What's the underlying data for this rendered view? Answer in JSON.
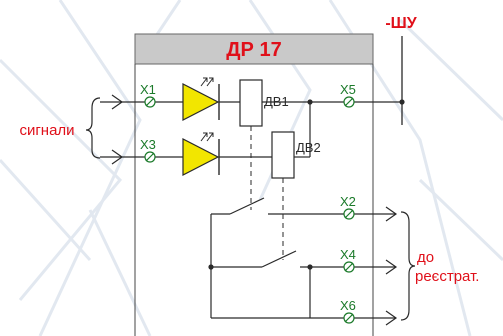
{
  "device": {
    "title": "ДР 17"
  },
  "supply": {
    "label": "-ШУ"
  },
  "inputs": {
    "group_label": "сигнали",
    "terminals": [
      "X1",
      "X3"
    ]
  },
  "relays": [
    "ДВ1",
    "ДВ2"
  ],
  "outputs": {
    "terminals": [
      "X5",
      "X2",
      "X4",
      "X6"
    ],
    "group_label_line1": "до",
    "group_label_line2": "реєстрат."
  },
  "colors": {
    "frame_header": "#c9c9c9",
    "title_red": "#e0101a",
    "label_red": "#e0101a",
    "wire": "#2a2a2a",
    "terminal_green": "#1b7a2a",
    "optocoupler_yellow": "#f2e600",
    "background_pylon": "#dfe6ef"
  }
}
